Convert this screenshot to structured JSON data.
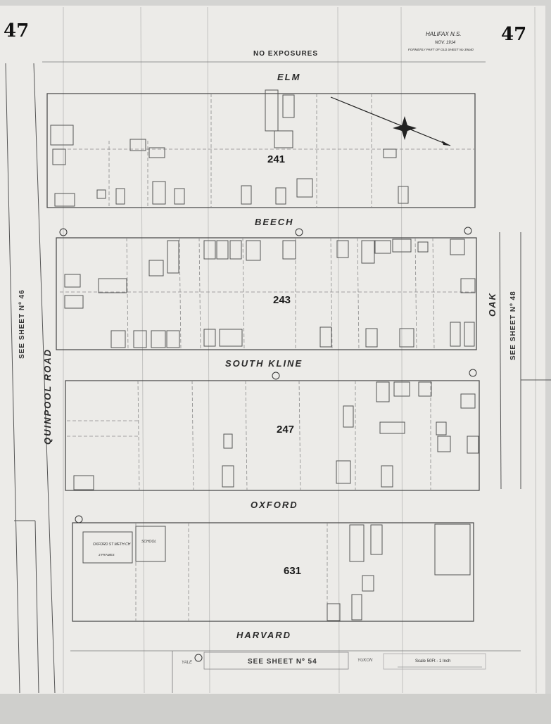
{
  "sheet": {
    "page_number_left": "47",
    "page_number_right": "47",
    "city": "HALIFAX N.S.",
    "date": "NOV. 1914",
    "note": "FORMERLY PART OF OLD SHEET No 39&40",
    "no_exposures": "NO EXPOSURES",
    "scale": "Scale 50Ft - 1 Inch"
  },
  "streets": {
    "elm": "ELM",
    "beech": "BEECH",
    "south_kline": "SOUTH KLINE",
    "oxford": "OXFORD",
    "harvard": "HARVARD",
    "quinpool": "QUINPOOL ROAD",
    "oak": "OAK",
    "yale": "YALE",
    "yukon": "YUKON"
  },
  "blocks": [
    "241",
    "243",
    "247",
    "631"
  ],
  "references": {
    "left": "SEE SHEET Nº 46",
    "right": "SEE SHEET Nº 48",
    "bottom": "SEE SHEET Nº 54"
  },
  "buildings": {
    "church": "OXFORD ST METH CH",
    "church_note": "3 FRAMES",
    "school": "SCHOOL"
  },
  "icons": {
    "compass": "compass-rose-icon",
    "hydrant": "hydrant-icon"
  }
}
